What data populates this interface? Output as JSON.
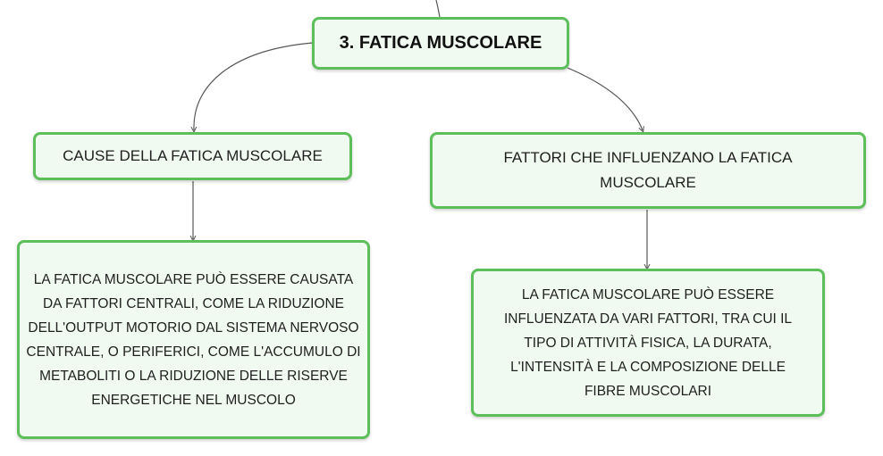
{
  "diagram": {
    "root": {
      "label": "3. FATICA MUSCOLARE"
    },
    "branches": [
      {
        "label": "CAUSE DELLA FATICA MUSCOLARE",
        "detail": "LA FATICA MUSCOLARE PUÒ ESSERE CAUSATA DA FATTORI CENTRALI, COME LA RIDUZIONE DELL'OUTPUT MOTORIO DAL SISTEMA NERVOSO CENTRALE, O PERIFERICI, COME L'ACCUMULO DI METABOLITI O LA RIDUZIONE DELLE RISERVE ENERGETICHE NEL MUSCOLO"
      },
      {
        "label": "FATTORI CHE INFLUENZANO LA FATICA MUSCOLARE",
        "detail": "LA FATICA MUSCOLARE PUÒ ESSERE INFLUENZATA DA VARI FATTORI, TRA CUI IL TIPO DI ATTIVITÀ FISICA, LA DURATA, L'INTENSITÀ E LA COMPOSIZIONE DELLE FIBRE MUSCOLARI"
      }
    ]
  },
  "colors": {
    "node_border": "#5cbf5a",
    "node_fill": "#f1faf1",
    "connector": "#555555"
  }
}
